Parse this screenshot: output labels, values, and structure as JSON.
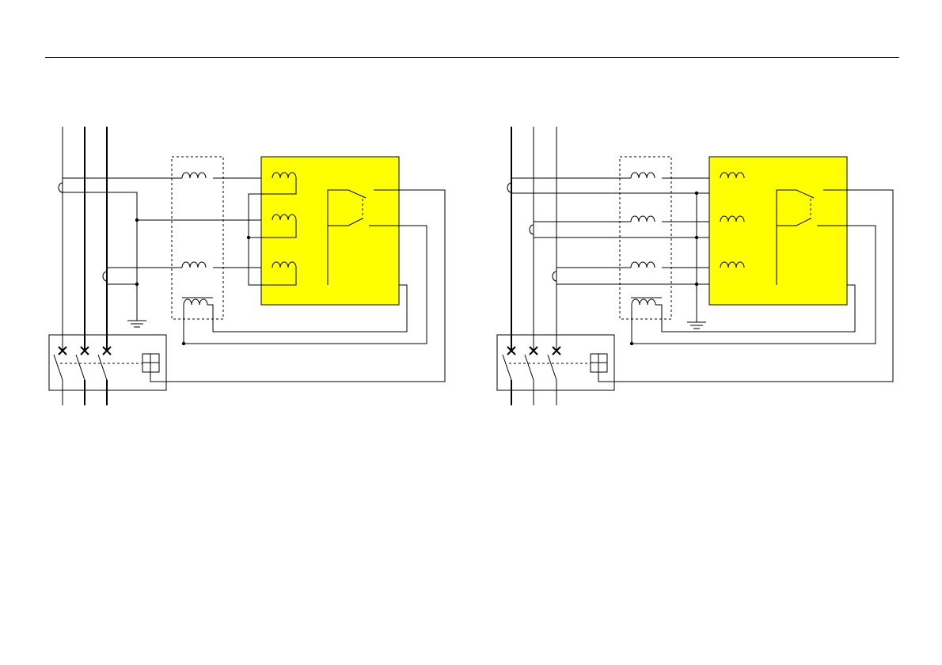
{
  "diagrams": [
    {
      "id": "diagram-left",
      "relay_fill": "#ffff00",
      "earth_variant": "resistor-neutral"
    },
    {
      "id": "diagram-right",
      "relay_fill": "#ffff00",
      "earth_variant": "star-point"
    }
  ],
  "colors": {
    "relay": "#ffff00",
    "line": "#000000",
    "background": "#ffffff"
  },
  "icons": [
    "circuit-breaker-icon",
    "current-transformer-icon",
    "relay-coil-icon",
    "trip-contact-icon",
    "ground-icon",
    "trip-coil-icon"
  ]
}
